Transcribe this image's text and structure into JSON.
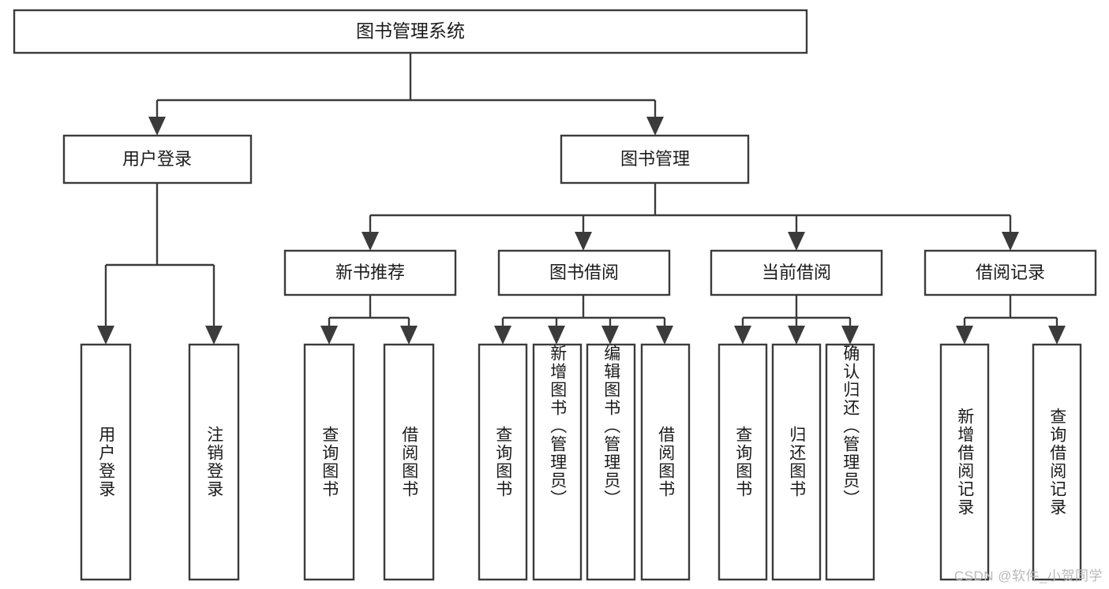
{
  "diagram": {
    "type": "tree",
    "title": "图书管理系统",
    "background_color": "#ffffff",
    "line_color": "#3b3b3b",
    "text_color": "#1b1b1b",
    "root": {
      "label": "图书管理系统"
    },
    "level2": [
      {
        "label": "用户登录"
      },
      {
        "label": "图书管理"
      }
    ],
    "level3": [
      {
        "label": "新书推荐"
      },
      {
        "label": "图书借阅"
      },
      {
        "label": "当前借阅"
      },
      {
        "label": "借阅记录"
      }
    ],
    "leaves": {
      "user_login": [
        {
          "label": "用户登录"
        },
        {
          "label": "注销登录"
        }
      ],
      "new_book_recommend": [
        {
          "label": "查询图书"
        },
        {
          "label": "借阅图书"
        }
      ],
      "book_borrow": [
        {
          "label": "查询图书"
        },
        {
          "label": "新增图书（管理员）"
        },
        {
          "label": "编辑图书（管理员）"
        },
        {
          "label": "借阅图书"
        }
      ],
      "current_borrow": [
        {
          "label": "查询图书"
        },
        {
          "label": "归还图书"
        },
        {
          "label": "确认归还（管理员）"
        }
      ],
      "borrow_record": [
        {
          "label": "新增借阅记录"
        },
        {
          "label": "查询借阅记录"
        }
      ]
    }
  },
  "watermark": {
    "text": "CSDN @软件_小贺同学"
  }
}
